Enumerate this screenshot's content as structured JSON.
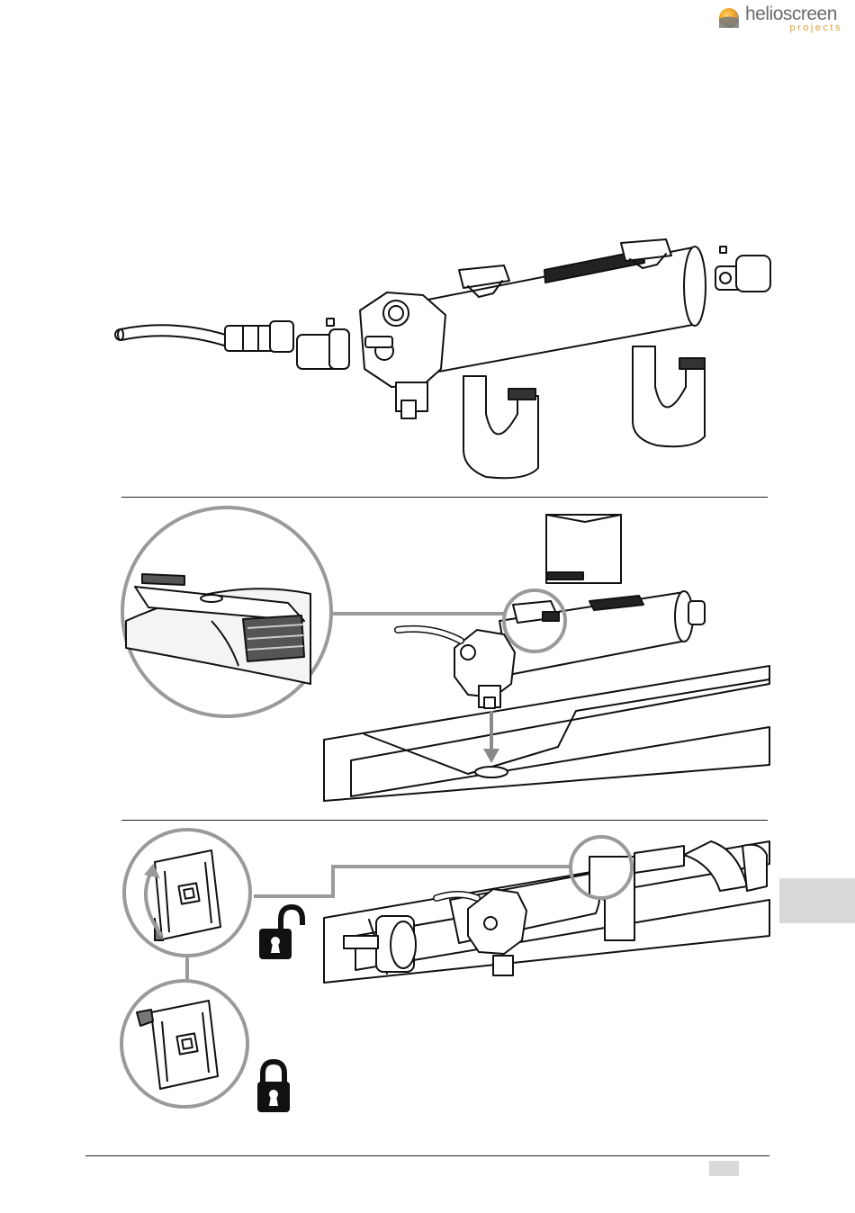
{
  "header": {
    "brand_name": "helioscreen",
    "brand_sub": "projects",
    "brand_colors": {
      "text": "#6c6c6c",
      "accent": "#e0a030"
    }
  },
  "figures": [
    {
      "name": "motor-exploded-view"
    },
    {
      "name": "motor-mounting-in-rail"
    },
    {
      "name": "bracket-lock-detail"
    }
  ],
  "icons": {
    "unlocked": "padlock-open-icon",
    "locked": "padlock-closed-icon"
  }
}
